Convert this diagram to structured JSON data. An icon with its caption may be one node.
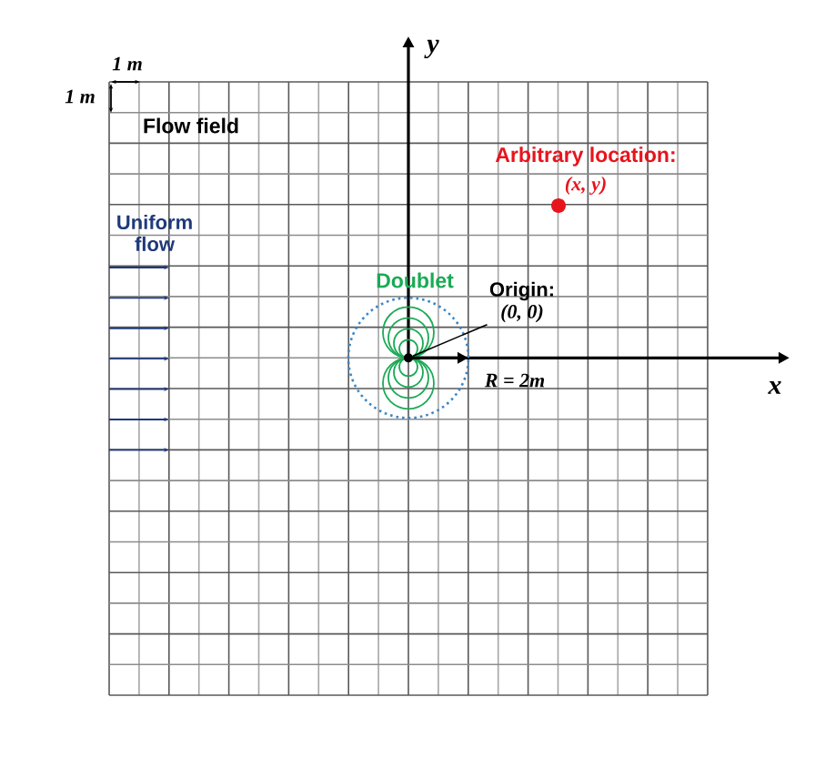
{
  "diagram": {
    "nodes": [
      {
        "text": [
          "Origin:",
          "(0, 0)"
        ]
      },
      {
        "text": [],
        "shape": "circle"
      }
    ],
    "edges": [
      {
        "from": 0,
        "to": 1,
        "arrow": "none"
      }
    ],
    "labels": [
      "1 m",
      "1 m",
      "y",
      "Flow field",
      "Arbitrary location:",
      "(x, y)",
      "Uniform flow",
      "Doublet",
      "R = 2m",
      "x"
    ]
  }
}
